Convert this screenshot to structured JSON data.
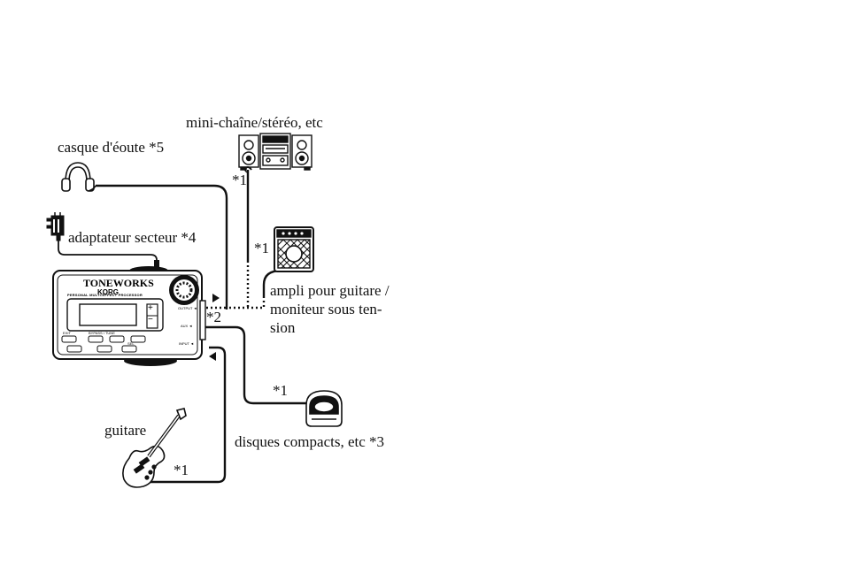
{
  "labels": {
    "stereo": "mini-chaîne/stéréo, etc",
    "headphones": "casque d'éoute *5",
    "adapter": "adaptateur secteur *4",
    "amp_line1": "ampli pour guitare /",
    "amp_line2": "moniteur sous ten-",
    "amp_line3": "sion",
    "cd": "disques compacts, etc *3",
    "guitar": "guitare"
  },
  "notes": {
    "stereo": "*1",
    "amp": "*1",
    "output": "*2",
    "cd": "*1",
    "guitar": "*1"
  },
  "device": {
    "brand_line1": "TONEWORKS",
    "brand_line2": "KORG",
    "subtitle": "PERSONAL MULTI-EFFECT PROCESSOR",
    "jack_output": "OUTPUT ◄",
    "jack_aux": "AUX ◄",
    "jack_input": "INPUT ◄",
    "btn_exit": "EXIT",
    "btn_bypass": "BYPASS / TUNE",
    "btn_sel": "SEL",
    "display_plus": "+",
    "display_minus": "−"
  },
  "colors": {
    "ink": "#111111",
    "paper": "#ffffff"
  }
}
